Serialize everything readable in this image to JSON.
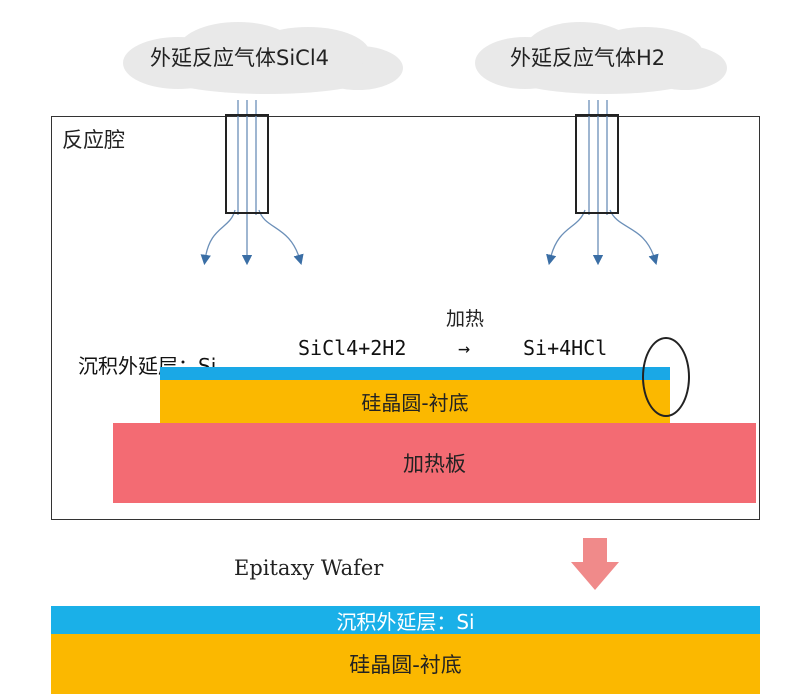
{
  "gases": {
    "left_label": "外延反应气体SiCl4",
    "right_label": "外延反应气体H2"
  },
  "chamber": {
    "label": "反应腔"
  },
  "reaction": {
    "condition": "加热",
    "reactants": "SiCl4+2H2",
    "arrow": "→",
    "products": "Si+4HCl"
  },
  "layers": {
    "deposited_label": "沉积外延层：Si",
    "wafer_label": "硅晶圆-衬底",
    "heater_label": "加热板"
  },
  "result": {
    "title": "Epitaxy Wafer",
    "epi_label": "沉积外延层：Si",
    "wafer_label": "硅晶圆-衬底"
  },
  "colors": {
    "epi_layer": "#1aa8e6",
    "wafer": "#fbb800",
    "heater": "#f36b73",
    "arrow": "#f08a8a"
  },
  "icons": [
    "cloud-icon",
    "gas-pipe-icon",
    "flow-arrow-icon",
    "down-arrow-icon"
  ]
}
